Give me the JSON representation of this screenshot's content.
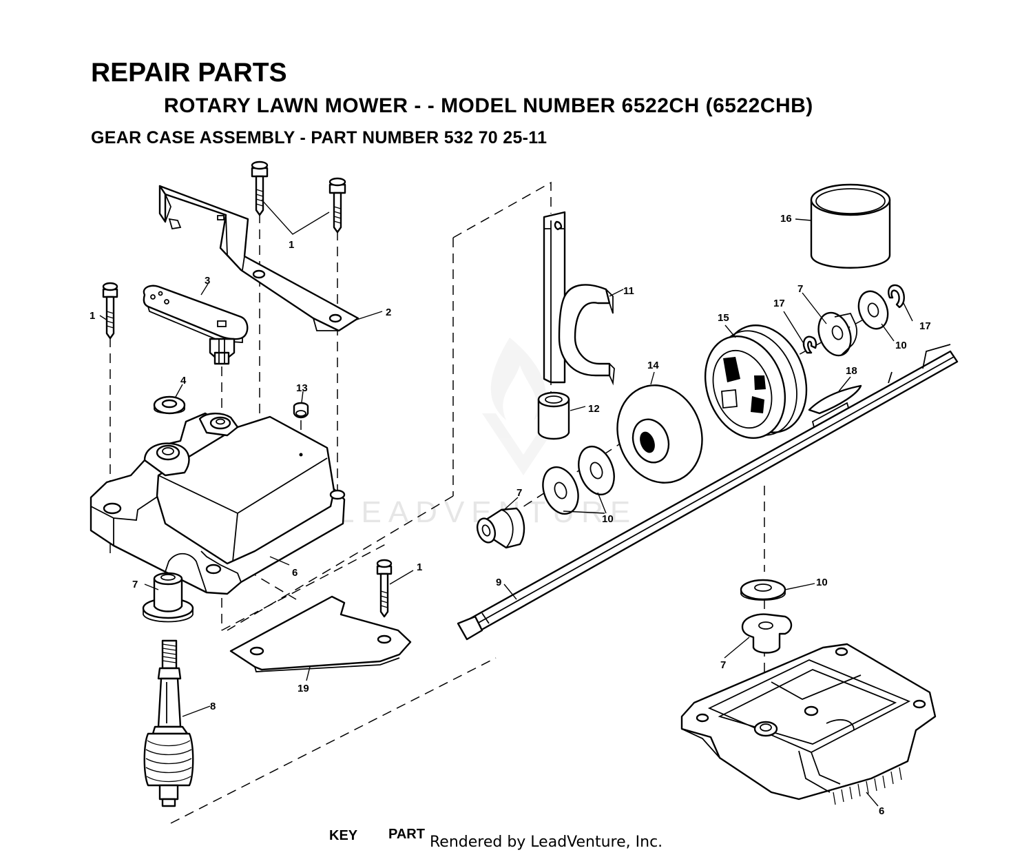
{
  "header": {
    "title": "REPAIR PARTS",
    "subtitle": "ROTARY LAWN MOWER - - MODEL NUMBER 6522CH (6522CHB)",
    "section": "GEAR CASE ASSEMBLY - PART NUMBER 532 70 25-11"
  },
  "callouts": {
    "c1a": "1",
    "c1b": "1",
    "c1c": "1",
    "c2": "2",
    "c3": "3",
    "c4": "4",
    "c6a": "6",
    "c6b": "6",
    "c7a": "7",
    "c7b": "7",
    "c7c": "7",
    "c7d": "7",
    "c8": "8",
    "c9": "9",
    "c10a": "10",
    "c10b": "10",
    "c10c": "10",
    "c11": "11",
    "c12": "12",
    "c13": "13",
    "c14": "14",
    "c15": "15",
    "c16": "16",
    "c17a": "17",
    "c17b": "17",
    "c18": "18",
    "c19": "19"
  },
  "watermark": "LEADVENTURE",
  "footer": {
    "key": "KEY",
    "part": "PART",
    "rendered": "Rendered by LeadVenture, Inc."
  }
}
